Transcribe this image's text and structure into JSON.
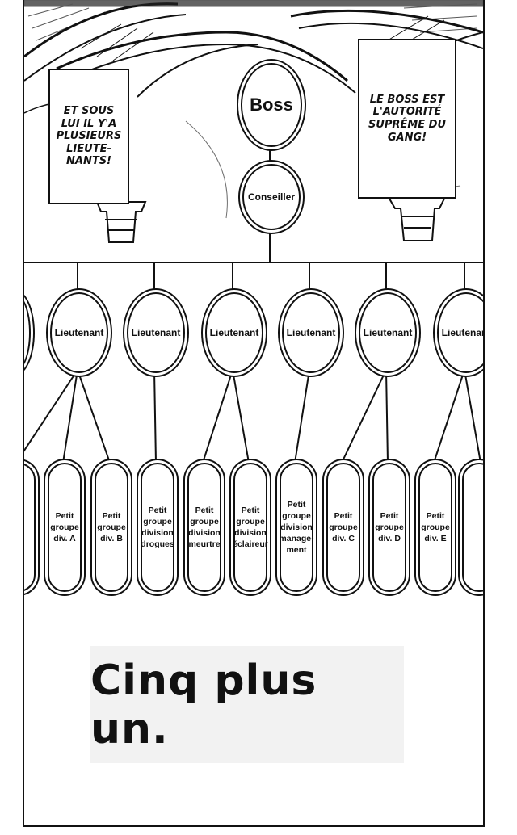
{
  "captions": {
    "left": "ET SOUS LUI IL Y'A PLUSIEURS LIEUTE-NANTS!",
    "right": "LE BOSS EST L'AUTORITÉ SUPRÊME DU GANG!"
  },
  "chart": {
    "boss": "Boss",
    "advisor": "Conseiller",
    "lieutenants": [
      "Lieutenant",
      "Lieutenant",
      "Lieutenant",
      "Lieutenant",
      "Lieutenant",
      "Lieutenant"
    ],
    "groups": [
      "Petit groupe div. A",
      "Petit groupe div. B",
      "Petit groupe division drogues",
      "Petit groupe division meurtre",
      "Petit groupe division éclaireur",
      "Petit groupe division manage-ment",
      "Petit groupe div. C",
      "Petit groupe div. D",
      "Petit groupe div. E"
    ]
  },
  "title": "Cinq plus un."
}
